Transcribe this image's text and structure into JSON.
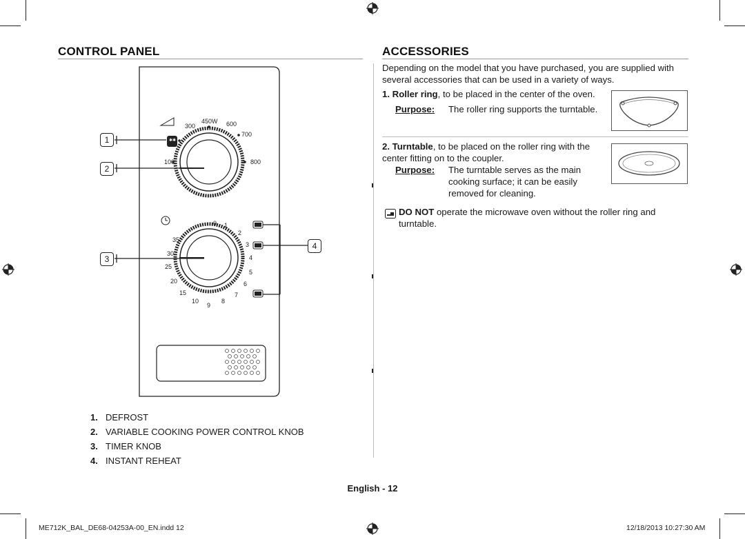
{
  "control_panel": {
    "heading": "CONTROL PANEL",
    "callouts": [
      "1",
      "2",
      "3",
      "4"
    ],
    "power_knob": {
      "marks": [
        "100",
        "300",
        "450W",
        "600",
        "700",
        "800"
      ]
    },
    "timer_knob": {
      "marks": [
        "0",
        "1",
        "2",
        "3",
        "4",
        "5",
        "6",
        "7",
        "8",
        "9",
        "10",
        "15",
        "20",
        "25",
        "30",
        "35"
      ]
    },
    "legend": [
      {
        "num": "1.",
        "label": "DEFROST"
      },
      {
        "num": "2.",
        "label": "VARIABLE COOKING POWER CONTROL KNOB"
      },
      {
        "num": "3.",
        "label": "TIMER KNOB"
      },
      {
        "num": "4.",
        "label": "INSTANT REHEAT"
      }
    ]
  },
  "accessories": {
    "heading": "ACCESSORIES",
    "intro": "Depending on the model that you have purchased, you are supplied with several accessories that can be used in a variety of ways.",
    "items": [
      {
        "num": "1.",
        "name": "Roller ring",
        "desc": ", to be placed in the center of the oven.",
        "purpose_label": "Purpose:",
        "purpose": "The roller ring supports the turntable."
      },
      {
        "num": "2.",
        "name": "Turntable",
        "desc": ", to be placed on the roller ring with the center fitting on to the coupler.",
        "purpose_label": "Purpose:",
        "purpose": "The turntable serves as the main cooking surface; it can be easily removed for cleaning."
      }
    ],
    "note_strong": "DO NOT",
    "note": "operate the microwave oven without the roller ring and turntable."
  },
  "footer": {
    "page": "English - 12",
    "file": "ME712K_BAL_DE68-04253A-00_EN.indd   12",
    "timestamp": "12/18/2013   10:27:30 AM"
  }
}
